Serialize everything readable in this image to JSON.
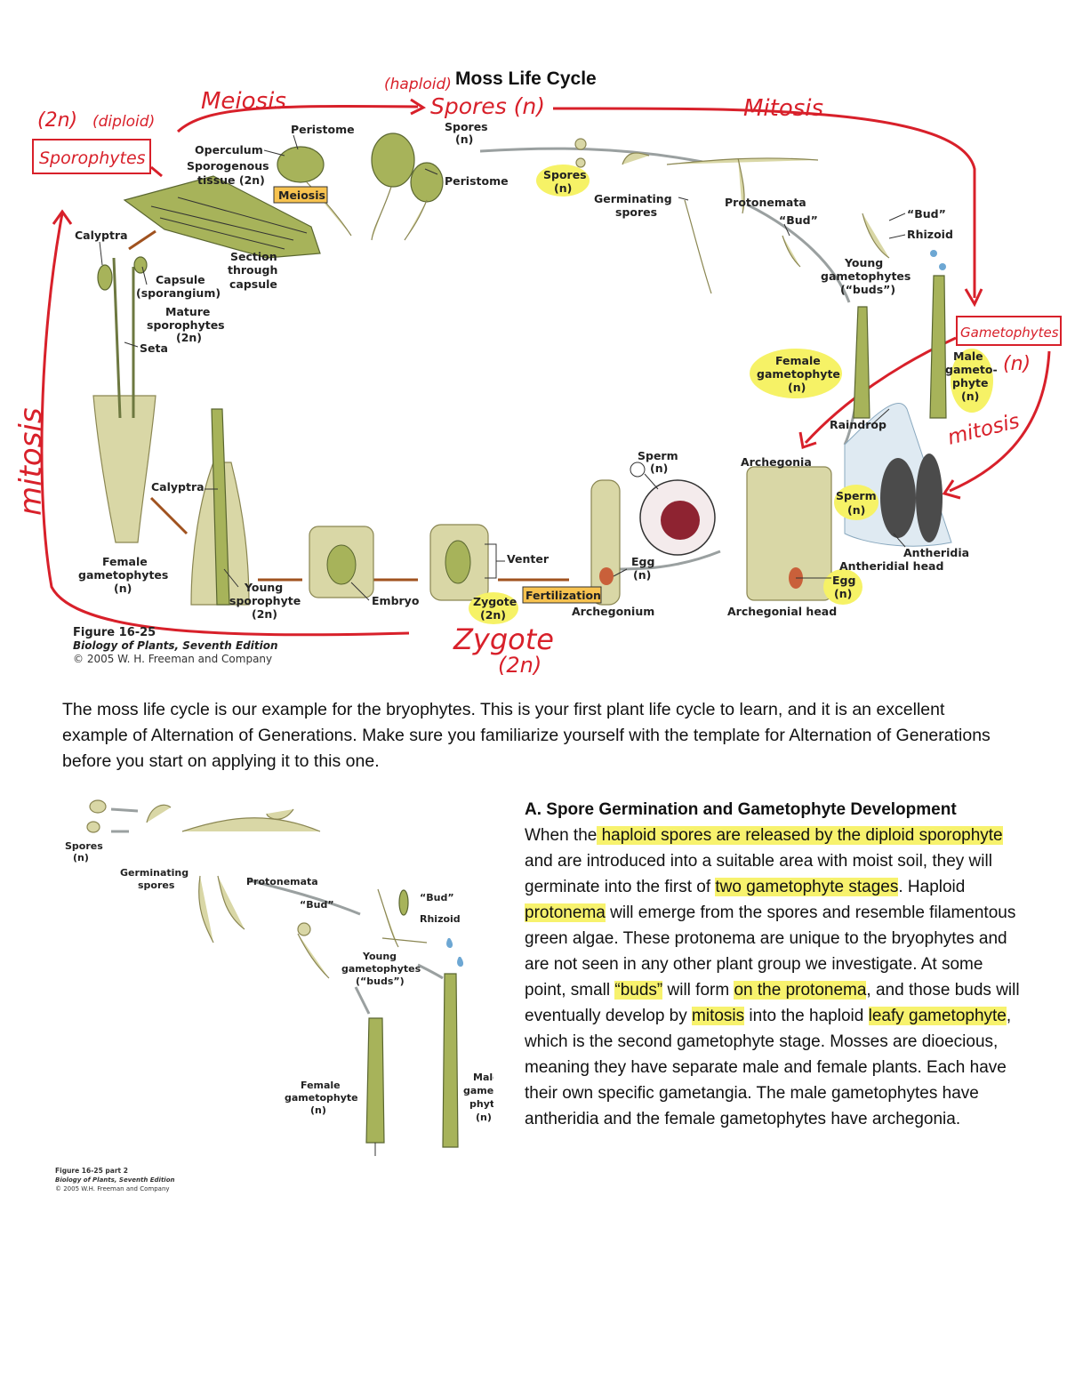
{
  "diagram": {
    "title": "Moss Life Cycle",
    "figure_caption": {
      "number": "Figure 16-25",
      "book": "Biology of Plants, Seventh Edition",
      "copyright": "© 2005 W. H. Freeman and Company"
    },
    "labels": {
      "peristome": "Peristome",
      "operculum": "Operculum",
      "sporogenous_1": "Sporogenous",
      "sporogenous_2": "tissue (2n)",
      "meiosis_box": "Meiosis",
      "spores_top_1": "Spores",
      "spores_top_2": "(n)",
      "peristome_2": "Peristome",
      "spores_hl_1": "Spores",
      "spores_hl_2": "(n)",
      "germinating_1": "Germinating",
      "germinating_2": "spores",
      "protonemata": "Protonemata",
      "bud": "“Bud”",
      "bud_2": "“Bud”",
      "rhizoid": "Rhizoid",
      "young_1": "Young",
      "young_2": "gametophytes",
      "young_3": "(“buds”)",
      "calyptra": "Calyptra",
      "section_1": "Section",
      "section_2": "through",
      "section_3": "capsule",
      "capsule_1": "Capsule",
      "capsule_2": "(sporangium)",
      "mature_1": "Mature",
      "mature_2": "sporophytes",
      "mature_3": "(2n)",
      "seta": "Seta",
      "female_g_1": "Female",
      "female_g_2": "gametophyte",
      "female_g_3": "(n)",
      "male_1": "Male",
      "male_2": "gameto-",
      "male_3": "phyte",
      "male_4": "(n)",
      "raindrop": "Raindrop",
      "sperm_1": "Sperm",
      "sperm_2": "(n)",
      "archegonia": "Archegonia",
      "sperm_hl_1": "Sperm",
      "sperm_hl_2": "(n)",
      "antheridia": "Antheridia",
      "antheridial_head": "Antheridial head",
      "egg_hl_1": "Egg",
      "egg_hl_2": "(n)",
      "archegonial_head": "Archegonial head",
      "egg_1": "Egg",
      "egg_2": "(n)",
      "fertilization_box": "Fertilization",
      "archegonium": "Archegonium",
      "venter": "Venter",
      "zygote_1": "Zygote",
      "zygote_2": "(2n)",
      "embryo": "Embryo",
      "young_sp_1": "Young",
      "young_sp_2": "sporophyte",
      "young_sp_3": "(2n)",
      "calyptra_2": "Calyptra",
      "female_gs_1": "Female",
      "female_gs_2": "gametophytes",
      "female_gs_3": "(n)"
    },
    "handwritten": {
      "haploid": "(haploid)",
      "spores_n": "Spores (n)",
      "meiosis": "Meiosis",
      "mitosis_top": "Mitosis",
      "two_n": "(2n)",
      "diploid": "(diploid)",
      "sporophytes": "Sporophytes",
      "gametophytes": "Gametophytes",
      "n": "(n)",
      "mitosis_right": "mitosis",
      "mitosis_left": "mitosis",
      "zygote": "Zygote",
      "zygote_2n": "(2n)"
    },
    "colors": {
      "annotation_red": "#d8202a",
      "highlight_yellow": "#f6f266",
      "label_box_orange": "#f7c24f"
    }
  },
  "intro_paragraph": "The moss life cycle is our example for the bryophytes.  This is your first plant life cycle to learn, and it is an excellent example of Alternation of Generations.  Make sure you familiarize yourself with the template for Alternation of Generations before you start on applying it to this one.",
  "diagram2": {
    "labels": {
      "spores_1": "Spores",
      "spores_2": "(n)",
      "germinating_1": "Germinating",
      "germinating_2": "spores",
      "protonemata": "Protonemata",
      "bud": "“Bud”",
      "bud_2": "“Bud”",
      "rhizoid": "Rhizoid",
      "young_1": "Young",
      "young_2": "gametophytes",
      "young_3": "(“buds”)",
      "female_1": "Female",
      "female_2": "gametophyte",
      "female_3": "(n)",
      "male_1": "Male",
      "male_2": "gameto-",
      "male_3": "phyte",
      "male_4": "(n)"
    },
    "caption": {
      "number": "Figure 16-25 part 2",
      "book": "Biology of Plants, Seventh Edition",
      "copyright": "© 2005 W.H. Freeman and Company"
    }
  },
  "section_a": {
    "heading": "A.  Spore Germination and Gametophyte Development",
    "segments": [
      {
        "t": "When the",
        "h": false
      },
      {
        "t": " haploid spores are released by the diploid sporophyte",
        "h": true
      },
      {
        "t": " and are introduced into a suitable area with moist soil, they will germinate into the first of ",
        "h": false
      },
      {
        "t": "two gametophyte stages",
        "h": true
      },
      {
        "t": ".  Haploid ",
        "h": false
      },
      {
        "t": "protonema",
        "h": true
      },
      {
        "t": " will emerge from the spores and resemble filamentous green algae.  These protonema are unique to the bryophytes and are not seen in any other plant group we investigate.  At some point, small ",
        "h": false
      },
      {
        "t": "“buds”",
        "h": true
      },
      {
        "t": " will form ",
        "h": false
      },
      {
        "t": "on the protonema",
        "h": true
      },
      {
        "t": ", and those buds will eventually develop by ",
        "h": false
      },
      {
        "t": "mitosis",
        "h": true
      },
      {
        "t": " into the haploid ",
        "h": false
      },
      {
        "t": "leafy gametophyte",
        "h": true
      },
      {
        "t": ", which is the second gametophyte stage.  Mosses are dioecious, meaning they have separate male and female plants.  Each have their own specific gametangia.  The male gametophytes have antheridia and the female gametophytes have archegonia.",
        "h": false
      }
    ]
  }
}
